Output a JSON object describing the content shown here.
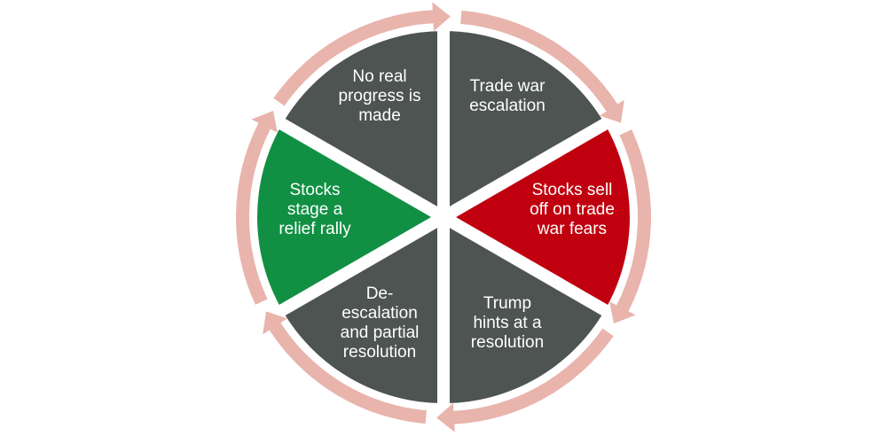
{
  "colors": {
    "arrow": "#e8b4ac",
    "gray": "#4d5452",
    "red": "#c0000f",
    "green": "#119043",
    "gap": "#ffffff"
  },
  "segments": [
    {
      "id": "trade-war-escalation",
      "lines": [
        "Trade war",
        "escalation"
      ],
      "fill": "#4d5452"
    },
    {
      "id": "stocks-sell-off",
      "lines": [
        "Stocks sell",
        "off on trade",
        "war fears"
      ],
      "fill": "#c0000f"
    },
    {
      "id": "trump-hints",
      "lines": [
        "Trump",
        "hints at a",
        "resolution"
      ],
      "fill": "#4d5452"
    },
    {
      "id": "de-escalation",
      "lines": [
        "De-",
        "escalation",
        "and partial",
        "resolution"
      ],
      "fill": "#4d5452"
    },
    {
      "id": "relief-rally",
      "lines": [
        "Stocks",
        "stage a",
        "relief rally"
      ],
      "fill": "#119043"
    },
    {
      "id": "no-progress",
      "lines": [
        "No real",
        "progress is",
        "made"
      ],
      "fill": "#4d5452"
    }
  ]
}
